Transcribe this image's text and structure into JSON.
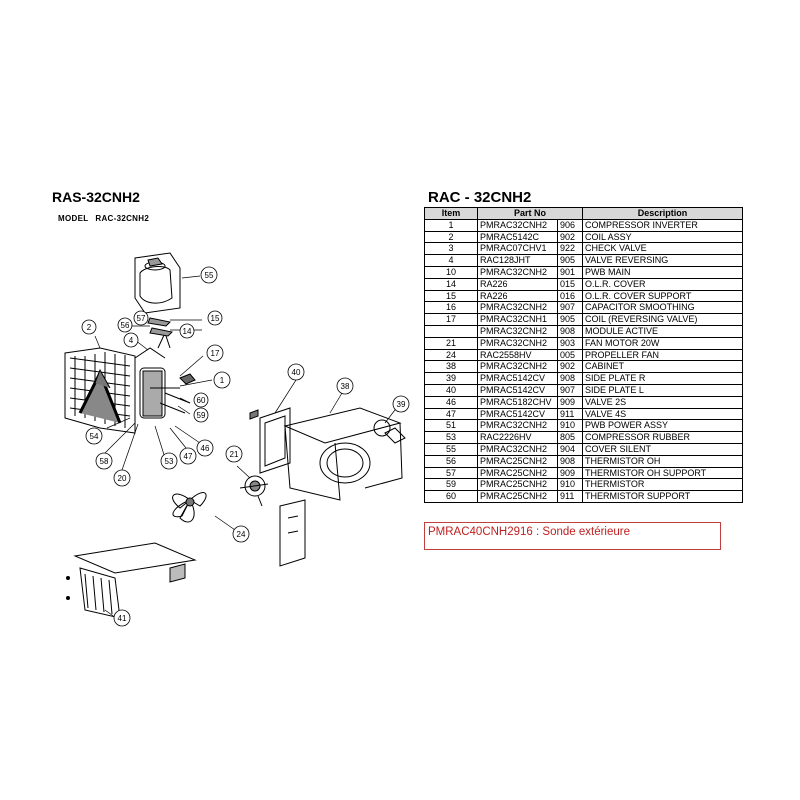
{
  "left_title": "RAS-32CNH2",
  "model_label": "MODEL",
  "model_value": "RAC-32CNH2",
  "right_title": "RAC - 32CNH2",
  "table": {
    "headers": [
      "Item",
      "Part No",
      "Description"
    ],
    "rows": [
      {
        "item": "1",
        "part": "PMRAC32CNH2",
        "code": "906",
        "desc": "COMPRESSOR INVERTER"
      },
      {
        "item": "2",
        "part": "PMRAC5142C",
        "code": "902",
        "desc": "COIL ASSY"
      },
      {
        "item": "3",
        "part": "PMRAC07CHV1",
        "code": "922",
        "desc": "CHECK VALVE"
      },
      {
        "item": "4",
        "part": "RAC128JHT",
        "code": "905",
        "desc": "VALVE REVERSING"
      },
      {
        "item": "10",
        "part": "PMRAC32CNH2",
        "code": "901",
        "desc": "PWB MAIN"
      },
      {
        "item": "14",
        "part": "RA226",
        "code": "015",
        "desc": "O.L.R. COVER"
      },
      {
        "item": "15",
        "part": "RA226",
        "code": "016",
        "desc": "O.L.R. COVER SUPPORT"
      },
      {
        "item": "16",
        "part": "PMRAC32CNH2",
        "code": "907",
        "desc": "CAPACITOR SMOOTHING"
      },
      {
        "item": "17",
        "part": "PMRAC32CNH1",
        "code": "905",
        "desc": "COIL (REVERSING VALVE)"
      },
      {
        "item": "",
        "part": "PMRAC32CNH2",
        "code": "908",
        "desc": "MODULE ACTIVE"
      },
      {
        "item": "21",
        "part": "PMRAC32CNH2",
        "code": "903",
        "desc": "FAN MOTOR 20W"
      },
      {
        "item": "24",
        "part": "RAC2558HV",
        "code": "005",
        "desc": "PROPELLER FAN"
      },
      {
        "item": "38",
        "part": "PMRAC32CNH2",
        "code": "902",
        "desc": "CABINET"
      },
      {
        "item": "39",
        "part": "PMRAC5142CV",
        "code": "908",
        "desc": "SIDE PLATE R"
      },
      {
        "item": "40",
        "part": "PMRAC5142CV",
        "code": "907",
        "desc": "SIDE PLATE L"
      },
      {
        "item": "46",
        "part": "PMRAC5182CHV",
        "code": "909",
        "desc": "VALVE 2S"
      },
      {
        "item": "47",
        "part": "PMRAC5142CV",
        "code": "911",
        "desc": "VALVE 4S"
      },
      {
        "item": "51",
        "part": "PMRAC32CNH2",
        "code": "910",
        "desc": "PWB POWER ASSY"
      },
      {
        "item": "53",
        "part": "RAC2226HV",
        "code": "805",
        "desc": "COMPRESSOR RUBBER"
      },
      {
        "item": "55",
        "part": "PMRAC32CNH2",
        "code": "904",
        "desc": "COVER SILENT"
      },
      {
        "item": "56",
        "part": "PMRAC25CNH2",
        "code": "908",
        "desc": "THERMISTOR OH"
      },
      {
        "item": "57",
        "part": "PMRAC25CNH2",
        "code": "909",
        "desc": "THERMISTOR OH SUPPORT"
      },
      {
        "item": "59",
        "part": "PMRAC25CNH2",
        "code": "910",
        "desc": "THERMISTOR"
      },
      {
        "item": "60",
        "part": "PMRAC25CNH2",
        "code": "911",
        "desc": "THERMISTOR SUPPORT"
      }
    ]
  },
  "note": "PMRAC40CNH2916 : Sonde extérieure",
  "callouts": [
    "55",
    "15",
    "57",
    "14",
    "56",
    "2",
    "4",
    "17",
    "1",
    "60",
    "59",
    "54",
    "58",
    "20",
    "53",
    "47",
    "46",
    "40",
    "38",
    "39",
    "21",
    "24",
    "41"
  ],
  "colors": {
    "note_border": "#c04040",
    "note_text": "#c02020",
    "header_bg": "#d8d8d8"
  }
}
